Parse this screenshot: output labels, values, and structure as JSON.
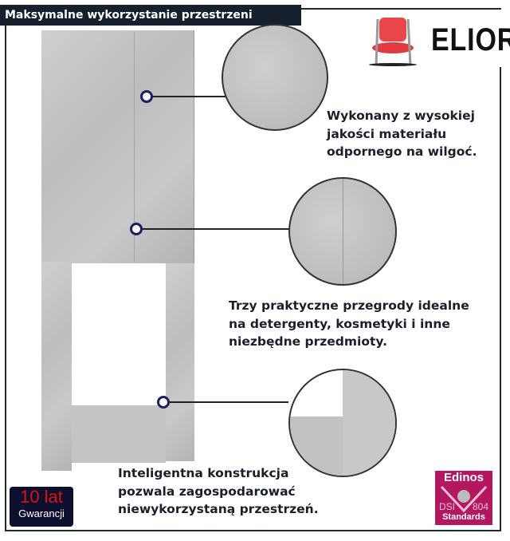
{
  "header": {
    "title": "Maksymalne wykorzystanie przestrzeni"
  },
  "logo": {
    "brand": "ELIOR",
    "icon": "chair-icon"
  },
  "features": [
    {
      "lines": [
        "Wykonany z wysokiej",
        "jakości materiału",
        "odpornego na wilgoć."
      ]
    },
    {
      "lines": [
        "Trzy praktyczne przegrody idealne",
        "na detergenty, kosmetyki i inne",
        "niezbędne przedmioty."
      ]
    },
    {
      "lines": [
        "Inteligentna konstrukcja",
        "pozwala zagospodarować",
        "niewykorzystaną przestrzeń."
      ]
    }
  ],
  "warranty": {
    "years": "10 lat",
    "label": "Gwarancji"
  },
  "certificate": {
    "name": "Edinos",
    "left": "DSI",
    "right": "804",
    "bottom": "Standards"
  }
}
